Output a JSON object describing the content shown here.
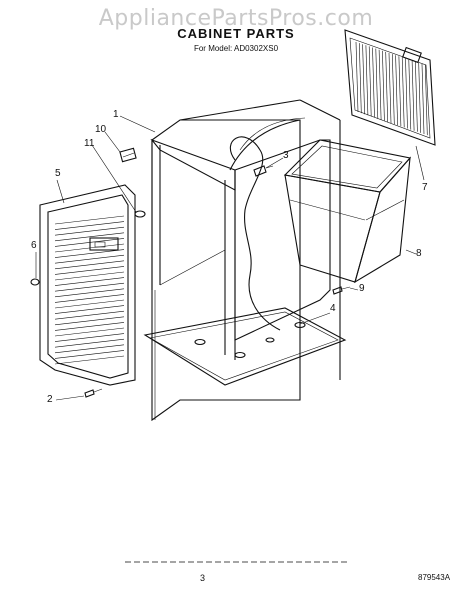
{
  "watermark": "AppliancePartsPros.com",
  "title": "CABINET PARTS",
  "subtitle": "For Model: AD0302XS0",
  "callouts": [
    "1",
    "2",
    "3",
    "4",
    "5",
    "6",
    "7",
    "8",
    "9",
    "10",
    "11"
  ],
  "page_number": "3",
  "document_code": "879543A",
  "colors": {
    "line": "#111111",
    "watermark": "#c9c9c9",
    "background": "#ffffff"
  }
}
